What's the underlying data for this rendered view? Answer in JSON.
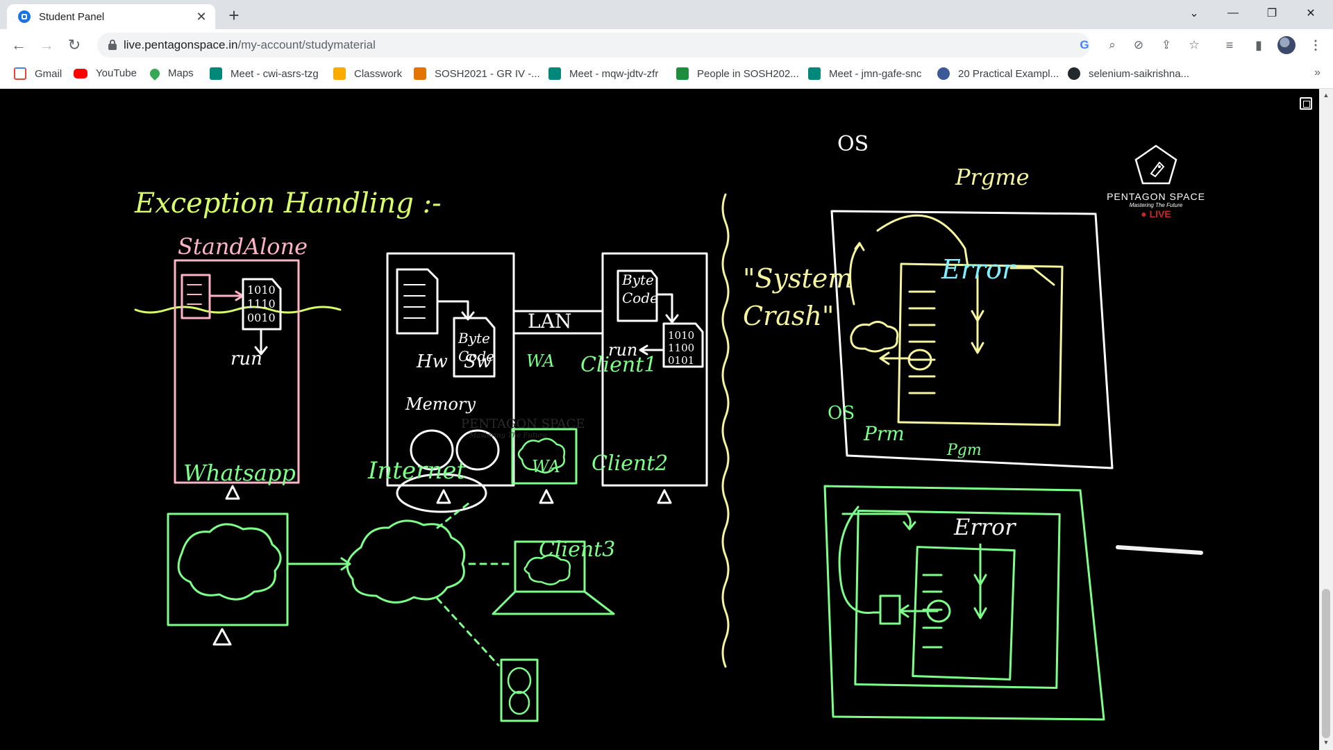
{
  "browser": {
    "tab_title": "Student Panel",
    "url_domain": "live.pentagonspace.in",
    "url_path": "/my-account/studymaterial"
  },
  "bookmarks": [
    {
      "label": "Gmail",
      "icon": "gmail-icon",
      "color": "#ea4335"
    },
    {
      "label": "YouTube",
      "icon": "youtube-icon",
      "color": "#ff0000"
    },
    {
      "label": "Maps",
      "icon": "maps-icon",
      "color": "#34a853"
    },
    {
      "label": "Meet - cwi-asrs-tzg",
      "icon": "meet-icon",
      "color": "#00897b"
    },
    {
      "label": "Classwork",
      "icon": "classroom-icon",
      "color": "#f9ab00"
    },
    {
      "label": "SOSH2021 - GR IV -...",
      "icon": "orange-doc-icon",
      "color": "#e37400"
    },
    {
      "label": "Meet - mqw-jdtv-zfr",
      "icon": "meet-icon",
      "color": "#00897b"
    },
    {
      "label": "People in SOSH202...",
      "icon": "classroom-icon",
      "color": "#1e8e3e"
    },
    {
      "label": "Meet - jmn-gafe-snc",
      "icon": "meet-icon",
      "color": "#00897b"
    },
    {
      "label": "20 Practical Exampl...",
      "icon": "blue-shield-icon",
      "color": "#3c5a9a"
    },
    {
      "label": "selenium-saikrishna...",
      "icon": "github-icon",
      "color": "#24292e"
    }
  ],
  "board": {
    "title": "Exception Handling :-",
    "standalone": "StandAlone",
    "binary_1": "1010",
    "binary_2": "1110",
    "binary_3": "0010",
    "run_1": "run",
    "lan": "LAN",
    "byte_code_1": "Byte Code",
    "byte_code_2": "Byte Code",
    "bin_r1": "1010",
    "bin_r2": "1100",
    "bin_r3": "0101",
    "run_2": "run",
    "hw": "Hw",
    "sw": "Sw",
    "memory": "Memory",
    "wa": "WA",
    "client1": "Client1",
    "client2": "Client2",
    "client3": "Client3",
    "whatsapp": "Whatsapp",
    "internet": "Internet",
    "system_crash": "\"System Crash\"",
    "os_1": "OS",
    "os_2": "OS",
    "prgme": "Prgme",
    "error_1": "Error",
    "prm": "Prm",
    "pgm_small": "Pgm",
    "error_2": "Error",
    "watermark_name": "PENTAGON SPACE",
    "watermark_tag": "Mastering The Future"
  },
  "logo": {
    "name": "PENTAGON SPACE",
    "tagline": "Mastering The Future",
    "live": "● LIVE"
  },
  "colors": {
    "chalk_green": "#7dff8a",
    "chalk_yellow": "#f6f5a0",
    "chalk_pink": "#ffb3c6",
    "chalk_white": "#f2f2f2",
    "chalk_cyan": "#7ff0ff",
    "chalk_lime": "#d8ff6a"
  }
}
